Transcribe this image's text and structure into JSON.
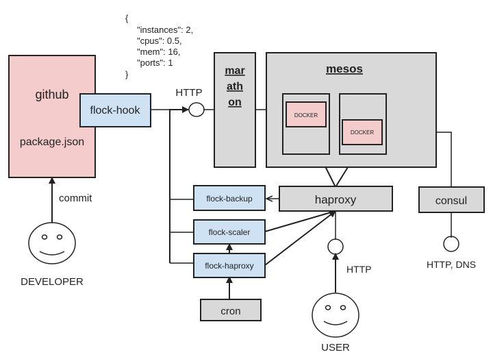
{
  "config_json": {
    "open": "{",
    "lines": [
      "\"instances\": 2,",
      "\"cpus\": 0.5,",
      "\"mem\": 16,",
      "\"ports\": 1"
    ],
    "close": "}"
  },
  "nodes": {
    "github": {
      "title": "github",
      "subtitle": "package.json"
    },
    "flock_hook": "flock-hook",
    "http_label_top": "HTTP",
    "marathon": [
      "mar",
      "ath",
      "on"
    ],
    "mesos": "mesos",
    "docker_1": "DOCKER",
    "docker_2": "DOCKER",
    "flock_backup": "flock-backup",
    "flock_scaler": "flock-scaler",
    "flock_haproxy": "flock-haproxy",
    "haproxy": "haproxy",
    "consul": "consul",
    "cron": "cron",
    "http_label_user": "HTTP",
    "http_dns_label": "HTTP, DNS",
    "commit_label": "commit",
    "developer": "DEVELOPER",
    "user": "USER"
  },
  "colors": {
    "github_fill": "#f4cccc",
    "docker_fill": "#f4cccc",
    "flock_fill": "#cfe2f3",
    "infra_fill": "#d9d9d9",
    "stroke": "#222222"
  }
}
